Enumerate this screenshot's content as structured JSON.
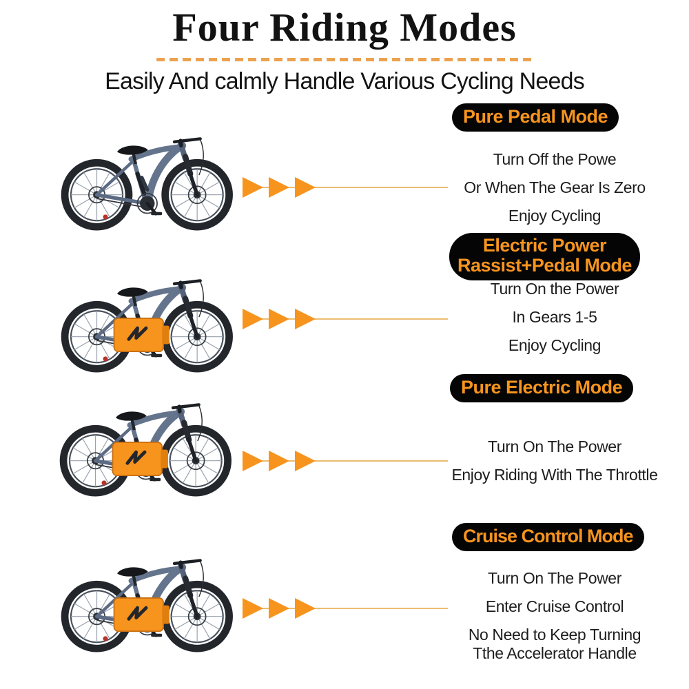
{
  "header": {
    "title": "Four Riding Modes",
    "subtitle": "Easily And calmly Handle Various Cycling Needs"
  },
  "colors": {
    "accent_orange": "#F7941E",
    "track_line_tan": "#EBBC72",
    "dash_divider_orange": "#ECA24F",
    "badge_background": "#050505",
    "text_dark": "#1d1d1d",
    "bike_frame_blue_gray": "#64748C",
    "battery_orange": "#F7941E"
  },
  "modes": [
    {
      "title_lines": [
        "Pure Pedal Mode"
      ],
      "lines": [
        "Turn Off the Powe",
        "Or When The Gear Is Zero",
        "Enjoy Cycling"
      ],
      "bike_variant": "ebike-without-battery"
    },
    {
      "title_lines": [
        "Electric Power",
        "Rassist+Pedal Mode"
      ],
      "lines": [
        "Turn On the Power",
        "In Gears 1-5",
        "Enjoy Cycling"
      ],
      "bike_variant": "ebike-with-orange-battery"
    },
    {
      "title_lines": [
        "Pure Electric Mode"
      ],
      "lines": [
        "Turn On The Power",
        "Enjoy Riding With The Throttle"
      ],
      "bike_variant": "ebike-with-orange-battery"
    },
    {
      "title_lines": [
        "Cruise Control Mode"
      ],
      "lines": [
        "Turn On The Power",
        "Enter Cruise Control",
        "No Need to Keep Turning",
        "Tthe Accelerator Handle"
      ],
      "bike_variant": "ebike-with-orange-battery"
    }
  ]
}
